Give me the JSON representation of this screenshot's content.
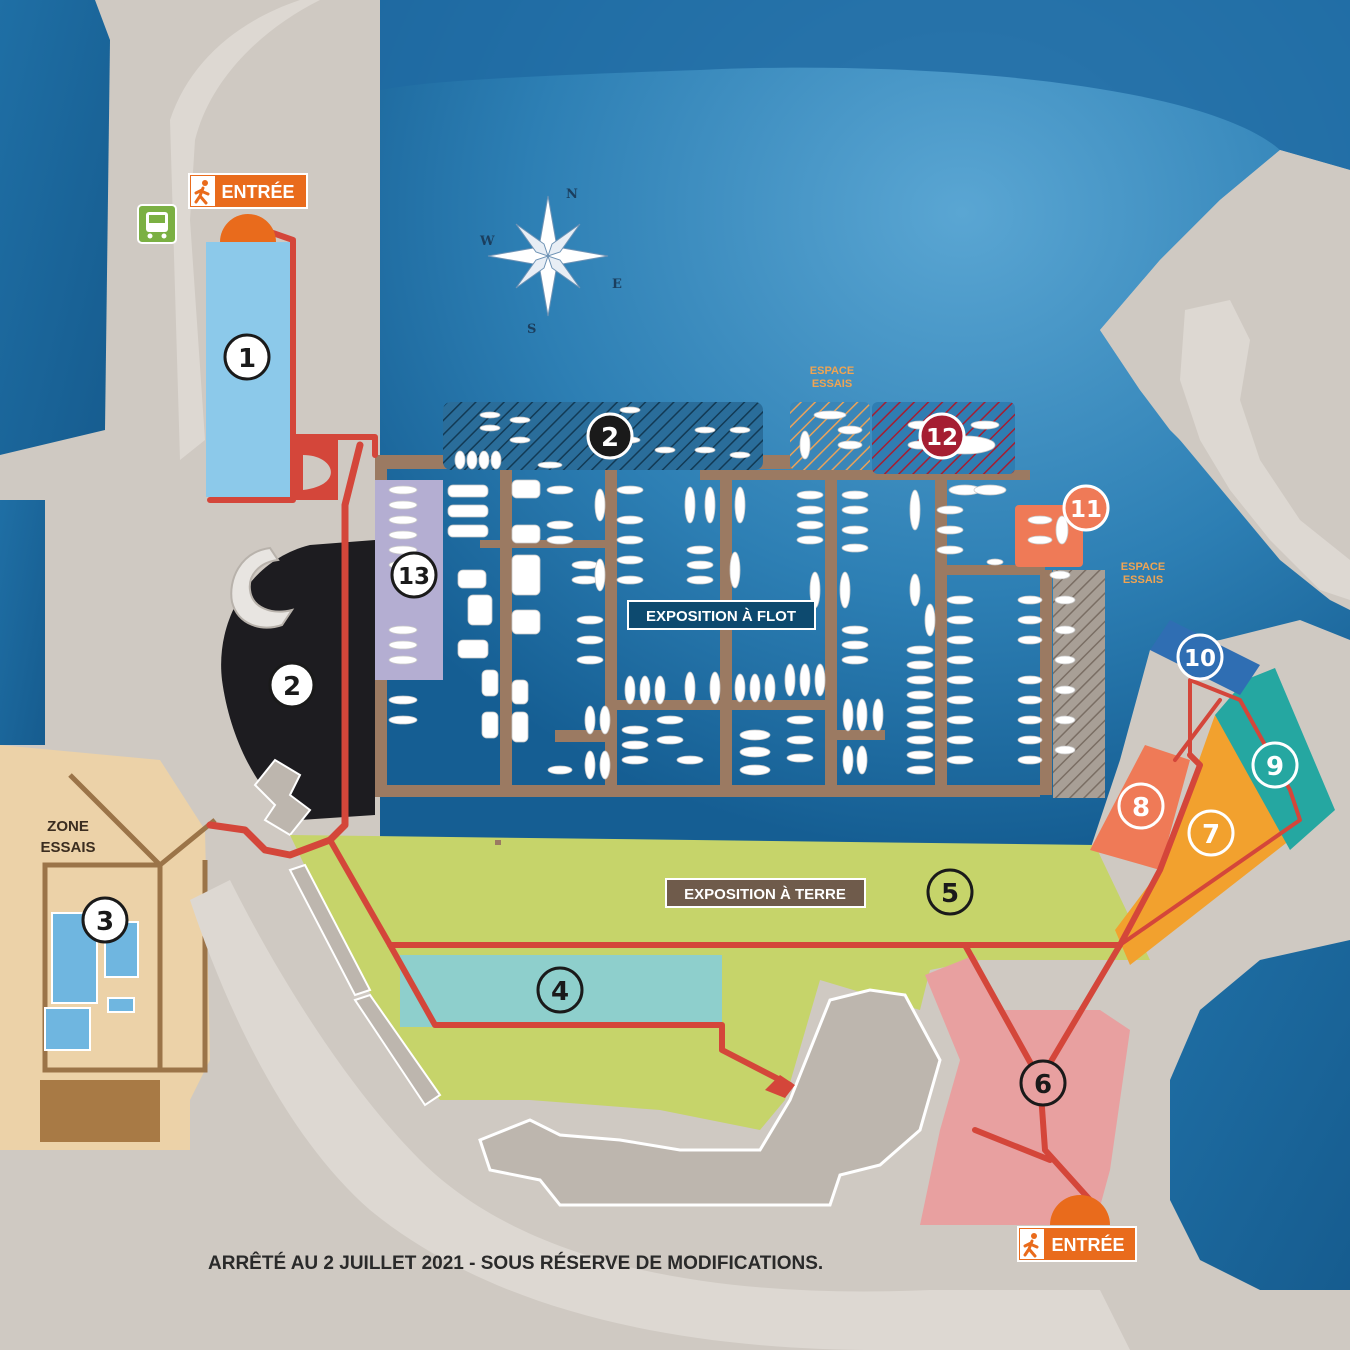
{
  "entrances": {
    "north": "ENTRÉE",
    "south": "ENTRÉE"
  },
  "labels": {
    "zone_essais": [
      "ZONE",
      "ESSAIS"
    ],
    "espace_essais_top": [
      "ESPACE",
      "ESSAIS"
    ],
    "espace_essais_right": [
      "ESPACE",
      "ESSAIS"
    ],
    "exposition_flot": "EXPOSITION À FLOT",
    "exposition_terre": "EXPOSITION À TERRE",
    "footer_note": "ARRÊTÉ AU 2 JUILLET 2021 - SOUS RÉSERVE DE MODIFICATIONS."
  },
  "compass": {
    "n": "N",
    "s": "S",
    "e": "E",
    "w": "W"
  },
  "zones": {
    "z1": "1",
    "z2_land": "2",
    "z2_water": "2",
    "z3": "3",
    "z4": "4",
    "z5": "5",
    "z6": "6",
    "z7": "7",
    "z8": "8",
    "z9": "9",
    "z10": "10",
    "z11": "11",
    "z12": "12",
    "z13": "13"
  },
  "icons": {
    "bus": "bus-icon",
    "pedestrian": "pedestrian-icon",
    "compass": "compass-rose-icon"
  },
  "colors": {
    "water": "#2f82b7",
    "land": "#cfc9c2",
    "route": "#d4463a",
    "entrance_orange": "#e96b1c",
    "zone1": "#8cc9ea",
    "zone2": "#1d1c20",
    "zone3": "#ecd2a8",
    "zone4": "#8ecfcc",
    "zone5": "#c6d46a",
    "zone6": "#e8a0a0",
    "zone7": "#f2a12e",
    "zone8": "#ef7a57",
    "zone9": "#25a7a1",
    "zone10": "#2f6eb3",
    "zone11": "#ef7a57",
    "zone12": "#a51e32",
    "zone13": "#b4aed2",
    "pontoon": "#9b7a62"
  }
}
